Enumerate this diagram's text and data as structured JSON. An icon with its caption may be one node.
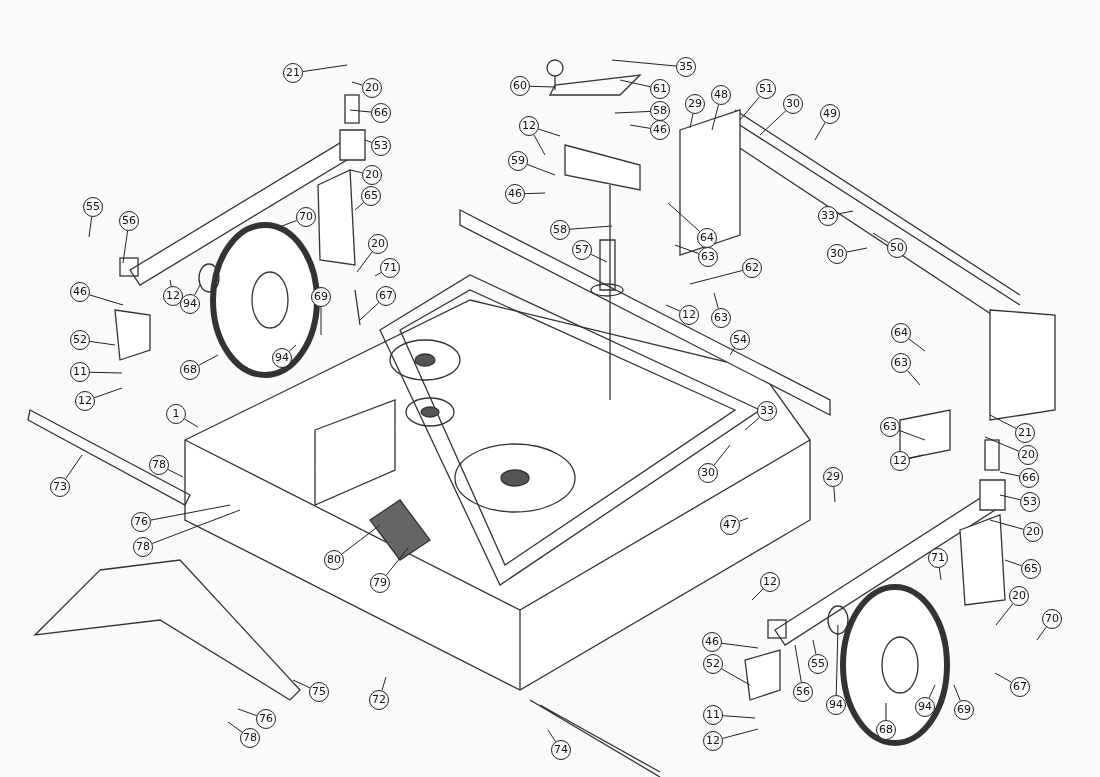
{
  "diagram": {
    "nodes": [
      {
        "text": [
          "21"
        ]
      },
      {
        "text": [
          "20"
        ]
      },
      {
        "text": [
          "66"
        ]
      },
      {
        "text": [
          "53"
        ]
      },
      {
        "text": [
          "35"
        ]
      },
      {
        "text": [
          "60"
        ]
      },
      {
        "text": [
          "61"
        ]
      },
      {
        "text": [
          "58"
        ]
      },
      {
        "text": [
          "29"
        ]
      },
      {
        "text": [
          "48"
        ]
      },
      {
        "text": [
          "51"
        ]
      },
      {
        "text": [
          "30"
        ]
      },
      {
        "text": [
          "49"
        ]
      },
      {
        "text": [
          "46"
        ]
      },
      {
        "text": [
          "12"
        ]
      },
      {
        "text": [
          "59"
        ]
      },
      {
        "text": [
          "20"
        ]
      },
      {
        "text": [
          "65"
        ]
      },
      {
        "text": [
          "46"
        ]
      },
      {
        "text": [
          "55"
        ]
      },
      {
        "text": [
          "56"
        ]
      },
      {
        "text": [
          "70"
        ]
      },
      {
        "text": [
          "33"
        ]
      },
      {
        "text": [
          "58"
        ]
      },
      {
        "text": [
          "64"
        ]
      },
      {
        "text": [
          "20"
        ]
      },
      {
        "text": [
          "50"
        ]
      },
      {
        "text": [
          "30"
        ]
      },
      {
        "text": [
          "57"
        ]
      },
      {
        "text": [
          "71"
        ]
      },
      {
        "text": [
          "63"
        ]
      },
      {
        "text": [
          "62"
        ]
      },
      {
        "text": [
          "46"
        ]
      },
      {
        "text": [
          "12"
        ]
      },
      {
        "text": [
          "94"
        ]
      },
      {
        "text": [
          "67"
        ]
      },
      {
        "text": [
          "69"
        ]
      },
      {
        "text": [
          "12"
        ]
      },
      {
        "text": [
          "63"
        ]
      },
      {
        "text": [
          "54"
        ]
      },
      {
        "text": [
          "52"
        ]
      },
      {
        "text": [
          "94"
        ]
      },
      {
        "text": [
          "68"
        ]
      },
      {
        "text": [
          "64"
        ]
      },
      {
        "text": [
          "63"
        ]
      },
      {
        "text": [
          "11"
        ]
      },
      {
        "text": [
          "12"
        ]
      },
      {
        "text": [
          "1"
        ]
      },
      {
        "text": [
          "73"
        ]
      },
      {
        "text": [
          "63"
        ]
      },
      {
        "text": [
          "33"
        ]
      },
      {
        "text": [
          "21"
        ]
      },
      {
        "text": [
          "12"
        ]
      },
      {
        "text": [
          "20"
        ]
      },
      {
        "text": [
          "78"
        ]
      },
      {
        "text": [
          "66"
        ]
      },
      {
        "text": [
          "30"
        ]
      },
      {
        "text": [
          "29"
        ]
      },
      {
        "text": [
          "53"
        ]
      },
      {
        "text": [
          "76"
        ]
      },
      {
        "text": [
          "47"
        ]
      },
      {
        "text": [
          "78"
        ]
      },
      {
        "text": [
          "20"
        ]
      },
      {
        "text": [
          "80"
        ]
      },
      {
        "text": [
          "79"
        ]
      },
      {
        "text": [
          "65"
        ]
      },
      {
        "text": [
          "12"
        ]
      },
      {
        "text": [
          "71"
        ]
      },
      {
        "text": [
          "20"
        ]
      },
      {
        "text": [
          "70"
        ]
      },
      {
        "text": [
          "46"
        ]
      },
      {
        "text": [
          "52"
        ]
      },
      {
        "text": [
          "55"
        ]
      },
      {
        "text": [
          "56"
        ]
      },
      {
        "text": [
          "75"
        ]
      },
      {
        "text": [
          "72"
        ]
      },
      {
        "text": [
          "67"
        ]
      },
      {
        "text": [
          "94"
        ]
      },
      {
        "text": [
          "94"
        ]
      },
      {
        "text": [
          "69"
        ]
      },
      {
        "text": [
          "76"
        ]
      },
      {
        "text": [
          "11"
        ]
      },
      {
        "text": [
          "78"
        ]
      },
      {
        "text": [
          "68"
        ]
      },
      {
        "text": [
          "12"
        ]
      },
      {
        "text": [
          "74"
        ]
      }
    ],
    "edges": [
      {
        "from": 0,
        "to": null,
        "arrow": "none"
      },
      {
        "from": 1,
        "to": null,
        "arrow": "none"
      },
      {
        "from": 2,
        "to": null,
        "arrow": "none"
      },
      {
        "from": 3,
        "to": null,
        "arrow": "none"
      },
      {
        "from": 4,
        "to": null,
        "arrow": "none"
      },
      {
        "from": 5,
        "to": null,
        "arrow": "none"
      },
      {
        "from": 6,
        "to": null,
        "arrow": "none"
      },
      {
        "from": 7,
        "to": null,
        "arrow": "none"
      },
      {
        "from": 8,
        "to": null,
        "arrow": "none"
      },
      {
        "from": 9,
        "to": null,
        "arrow": "none"
      },
      {
        "from": 10,
        "to": null,
        "arrow": "none"
      },
      {
        "from": 11,
        "to": null,
        "arrow": "none"
      },
      {
        "from": 12,
        "to": null,
        "arrow": "none"
      },
      {
        "from": 13,
        "to": null,
        "arrow": "none"
      },
      {
        "from": 14,
        "to": null,
        "arrow": "none"
      },
      {
        "from": 14,
        "to": null,
        "arrow": "none"
      },
      {
        "from": 15,
        "to": null,
        "arrow": "none"
      },
      {
        "from": 16,
        "to": null,
        "arrow": "none"
      },
      {
        "from": 17,
        "to": null,
        "arrow": "none"
      },
      {
        "from": 18,
        "to": null,
        "arrow": "none"
      },
      {
        "from": 19,
        "to": null,
        "arrow": "none"
      },
      {
        "from": 20,
        "to": null,
        "arrow": "none"
      },
      {
        "from": 21,
        "to": null,
        "arrow": "none"
      },
      {
        "from": 22,
        "to": null,
        "arrow": "none"
      },
      {
        "from": 23,
        "to": null,
        "arrow": "none"
      },
      {
        "from": 24,
        "to": null,
        "arrow": "none"
      },
      {
        "from": 25,
        "to": null,
        "arrow": "none"
      },
      {
        "from": 26,
        "to": null,
        "arrow": "none"
      },
      {
        "from": 27,
        "to": null,
        "arrow": "none"
      },
      {
        "from": 28,
        "to": null,
        "arrow": "none"
      },
      {
        "from": 29,
        "to": null,
        "arrow": "none"
      },
      {
        "from": 30,
        "to": null,
        "arrow": "none"
      },
      {
        "from": 31,
        "to": null,
        "arrow": "none"
      },
      {
        "from": 32,
        "to": null,
        "arrow": "none"
      },
      {
        "from": 33,
        "to": null,
        "arrow": "none"
      },
      {
        "from": 34,
        "to": null,
        "arrow": "none"
      },
      {
        "from": 35,
        "to": null,
        "arrow": "none"
      },
      {
        "from": 36,
        "to": null,
        "arrow": "none"
      },
      {
        "from": 37,
        "to": null,
        "arrow": "none"
      },
      {
        "from": 38,
        "to": null,
        "arrow": "none"
      },
      {
        "from": 39,
        "to": null,
        "arrow": "none"
      },
      {
        "from": 40,
        "to": null,
        "arrow": "none"
      },
      {
        "from": 41,
        "to": null,
        "arrow": "none"
      },
      {
        "from": 42,
        "to": null,
        "arrow": "none"
      },
      {
        "from": 43,
        "to": null,
        "arrow": "none"
      },
      {
        "from": 44,
        "to": null,
        "arrow": "none"
      },
      {
        "from": 45,
        "to": null,
        "arrow": "none"
      },
      {
        "from": 46,
        "to": null,
        "arrow": "none"
      },
      {
        "from": 47,
        "to": null,
        "arrow": "none"
      },
      {
        "from": 48,
        "to": null,
        "arrow": "none"
      },
      {
        "from": 49,
        "to": null,
        "arrow": "none"
      },
      {
        "from": 50,
        "to": null,
        "arrow": "none"
      },
      {
        "from": 51,
        "to": null,
        "arrow": "none"
      },
      {
        "from": 52,
        "to": null,
        "arrow": "none"
      },
      {
        "from": 53,
        "to": null,
        "arrow": "none"
      },
      {
        "from": 54,
        "to": null,
        "arrow": "none"
      },
      {
        "from": 55,
        "to": null,
        "arrow": "none"
      },
      {
        "from": 56,
        "to": null,
        "arrow": "none"
      },
      {
        "from": 57,
        "to": null,
        "arrow": "none"
      },
      {
        "from": 58,
        "to": null,
        "arrow": "none"
      },
      {
        "from": 59,
        "to": null,
        "arrow": "none"
      },
      {
        "from": 60,
        "to": null,
        "arrow": "none"
      },
      {
        "from": 61,
        "to": null,
        "arrow": "none"
      },
      {
        "from": 62,
        "to": null,
        "arrow": "none"
      },
      {
        "from": 63,
        "to": null,
        "arrow": "none"
      },
      {
        "from": 64,
        "to": null,
        "arrow": "none"
      },
      {
        "from": 65,
        "to": null,
        "arrow": "none"
      },
      {
        "from": 66,
        "to": null,
        "arrow": "none"
      },
      {
        "from": 67,
        "to": null,
        "arrow": "none"
      },
      {
        "from": 68,
        "to": null,
        "arrow": "none"
      },
      {
        "from": 69,
        "to": null,
        "arrow": "none"
      },
      {
        "from": 70,
        "to": null,
        "arrow": "none"
      },
      {
        "from": 71,
        "to": null,
        "arrow": "none"
      },
      {
        "from": 72,
        "to": null,
        "arrow": "none"
      },
      {
        "from": 73,
        "to": null,
        "arrow": "none"
      },
      {
        "from": 74,
        "to": null,
        "arrow": "none"
      },
      {
        "from": 75,
        "to": null,
        "arrow": "none"
      },
      {
        "from": 76,
        "to": null,
        "arrow": "none"
      },
      {
        "from": 77,
        "to": null,
        "arrow": "none"
      },
      {
        "from": 78,
        "to": null,
        "arrow": "none"
      },
      {
        "from": 79,
        "to": null,
        "arrow": "none"
      },
      {
        "from": 80,
        "to": null,
        "arrow": "none"
      },
      {
        "from": 81,
        "to": null,
        "arrow": "none"
      },
      {
        "from": 82,
        "to": null,
        "arrow": "none"
      },
      {
        "from": 83,
        "to": null,
        "arrow": "none"
      },
      {
        "from": 84,
        "to": null,
        "arrow": "none"
      },
      {
        "from": 85,
        "to": null,
        "arrow": "none"
      }
    ]
  }
}
